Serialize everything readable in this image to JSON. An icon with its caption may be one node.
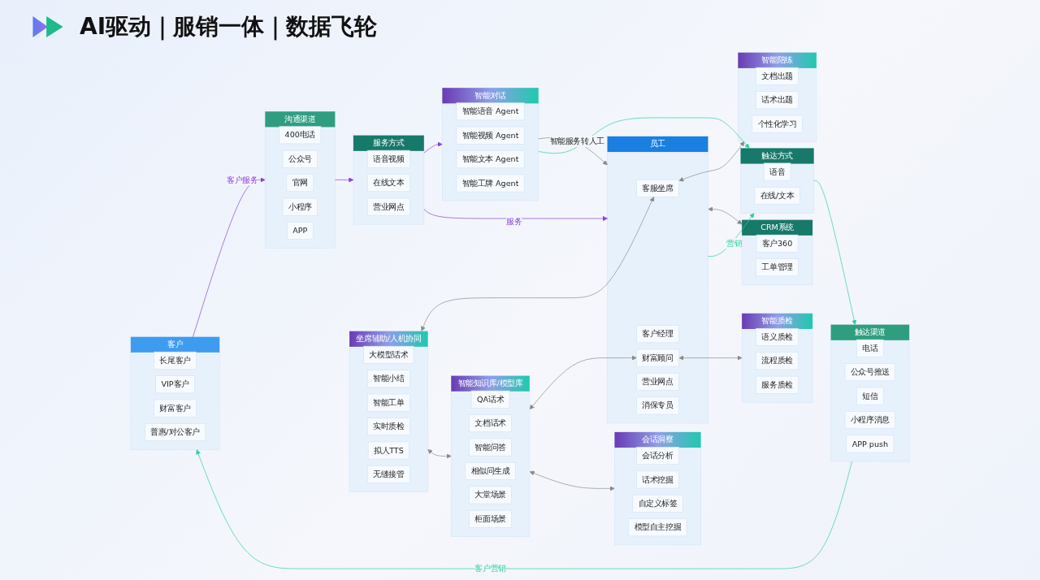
{
  "diagram": {
    "title": "AI驱动｜服销一体｜数据飞轮",
    "nodes": [
      {
        "text": [
          "客户"
        ]
      },
      {
        "text": [
          "长尾客户"
        ],
        "in": 0
      },
      {
        "text": [
          "VIP客户"
        ],
        "in": 0
      },
      {
        "text": [
          "财富客户"
        ],
        "in": 0
      },
      {
        "text": [
          "普惠/对公客户"
        ],
        "in": 0
      },
      {
        "text": [
          "沟通渠道"
        ]
      },
      {
        "text": [
          "400电话"
        ],
        "in": 5
      },
      {
        "text": [
          "公众号"
        ],
        "in": 5
      },
      {
        "text": [
          "官网"
        ],
        "in": 5
      },
      {
        "text": [
          "小程序"
        ],
        "in": 5
      },
      {
        "text": [
          "APP"
        ],
        "in": 5
      },
      {
        "text": [
          "触达渠道"
        ]
      },
      {
        "text": [
          "电话"
        ],
        "in": 11
      },
      {
        "text": [
          "公众号推送"
        ],
        "in": 11
      },
      {
        "text": [
          "短信"
        ],
        "in": 11
      },
      {
        "text": [
          "小程序消息"
        ],
        "in": 11
      },
      {
        "text": [
          "APP push"
        ],
        "in": 11
      },
      {
        "text": [
          "服务方式"
        ]
      },
      {
        "text": [
          "语音视频"
        ],
        "in": 17
      },
      {
        "text": [
          "在线文本"
        ],
        "in": 17
      },
      {
        "text": [
          "营业网点"
        ],
        "in": 17
      },
      {
        "text": [
          "触达方式"
        ]
      },
      {
        "text": [
          "语音"
        ],
        "in": 21
      },
      {
        "text": [
          "在线/文本"
        ],
        "in": 21
      },
      {
        "text": [
          "智能对话"
        ]
      },
      {
        "text": [
          "智能语音 Agent"
        ],
        "in": 24
      },
      {
        "text": [
          "智能视频 Agent"
        ],
        "in": 24
      },
      {
        "text": [
          "智能文本 Agent"
        ],
        "in": 24
      },
      {
        "text": [
          "智能工牌 Agent"
        ],
        "in": 24
      },
      {
        "text": [
          "坐席辅助/人机协同"
        ]
      },
      {
        "text": [
          "大模型话术"
        ],
        "in": 29
      },
      {
        "text": [
          "智能小结"
        ],
        "in": 29
      },
      {
        "text": [
          "智能工单"
        ],
        "in": 29
      },
      {
        "text": [
          "实时质检"
        ],
        "in": 29
      },
      {
        "text": [
          "拟人TTS"
        ],
        "in": 29
      },
      {
        "text": [
          "无缝接管"
        ],
        "in": 29
      },
      {
        "text": [
          "智能知识库/模型库"
        ]
      },
      {
        "text": [
          "QA话术"
        ],
        "in": 36
      },
      {
        "text": [
          "文档话术"
        ],
        "in": 36
      },
      {
        "text": [
          "智能问答"
        ],
        "in": 36
      },
      {
        "text": [
          "相似问生成"
        ],
        "in": 36
      },
      {
        "text": [
          "大堂场景"
        ],
        "in": 36
      },
      {
        "text": [
          "柜面场景"
        ],
        "in": 36
      },
      {
        "text": [
          "会话洞察"
        ]
      },
      {
        "text": [
          "会话分析"
        ],
        "in": 43
      },
      {
        "text": [
          "话术挖掘"
        ],
        "in": 43
      },
      {
        "text": [
          "自定义标签"
        ],
        "in": 43
      },
      {
        "text": [
          "模型自主挖掘"
        ],
        "in": 43
      },
      {
        "text": [
          "员工"
        ]
      },
      {
        "text": [
          "客服坐席"
        ],
        "in": 48
      },
      {
        "text": [
          "客户经理"
        ],
        "in": 48
      },
      {
        "text": [
          "财富顾问"
        ],
        "in": 48
      },
      {
        "text": [
          "营业网点"
        ],
        "in": 48
      },
      {
        "text": [
          "消保专员"
        ],
        "in": 48
      },
      {
        "text": [
          "智能陪练"
        ]
      },
      {
        "text": [
          "文档出题"
        ],
        "in": 54
      },
      {
        "text": [
          "话术出题"
        ],
        "in": 54
      },
      {
        "text": [
          "个性化学习"
        ],
        "in": 54
      },
      {
        "text": [
          "智能质检"
        ]
      },
      {
        "text": [
          "语义质检"
        ],
        "in": 58
      },
      {
        "text": [
          "流程质检"
        ],
        "in": 58
      },
      {
        "text": [
          "服务质检"
        ],
        "in": 58
      },
      {
        "text": [
          "CRM系统"
        ]
      },
      {
        "text": [
          "客户360"
        ],
        "in": 62
      },
      {
        "text": [
          "工单管理"
        ],
        "in": 62
      }
    ],
    "edges": [
      {
        "from": 0,
        "to": 5,
        "arrow": "to",
        "label": "客户服务",
        "color": "#8b3fd9"
      },
      {
        "from": 5,
        "to": 17,
        "arrow": "to",
        "color": "#8b3fd9"
      },
      {
        "from": 17,
        "to": 24,
        "arrow": "to",
        "color": "#8b3fd9"
      },
      {
        "from": 17,
        "to": 48,
        "arrow": "to",
        "label": "服务",
        "color": "#8b3fd9"
      },
      {
        "from": 24,
        "to": 48,
        "arrow": "to",
        "label": "智能服务转人工"
      },
      {
        "from": 29,
        "to": 49,
        "arrow": "both"
      },
      {
        "from": 49,
        "to": 54,
        "arrow": "both"
      },
      {
        "from": 29,
        "to": 36,
        "arrow": "both"
      },
      {
        "from": 36,
        "to": 51,
        "arrow": "both"
      },
      {
        "from": 51,
        "to": 58,
        "arrow": "both"
      },
      {
        "from": 36,
        "to": 43,
        "arrow": "both"
      },
      {
        "from": 48,
        "to": 62,
        "arrow": "both"
      },
      {
        "from": 48,
        "to": 21,
        "arrow": "to",
        "label": "营销",
        "color": "#2fcf9f"
      },
      {
        "from": 24,
        "to": 21,
        "arrow": "to",
        "color": "#2fcf9f"
      },
      {
        "from": 21,
        "to": 11,
        "arrow": "to",
        "color": "#2fcf9f"
      },
      {
        "from": 11,
        "to": 0,
        "arrow": "to",
        "label": "客户营销",
        "color": "#2fcf9f"
      }
    ]
  }
}
